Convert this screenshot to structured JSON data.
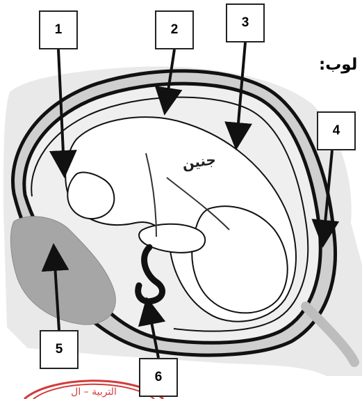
{
  "labels": [
    "1",
    "2",
    "3",
    "4",
    "5",
    "6"
  ],
  "header_text": "لوب:",
  "fetus_label": "جنين",
  "stamp_text": "التربية – ال",
  "colors": {
    "line": "#111111",
    "wall": "#cfcfcf",
    "fluid": "#efefef",
    "placenta": "#a6a6a6",
    "stamp": "#d23b3b"
  }
}
